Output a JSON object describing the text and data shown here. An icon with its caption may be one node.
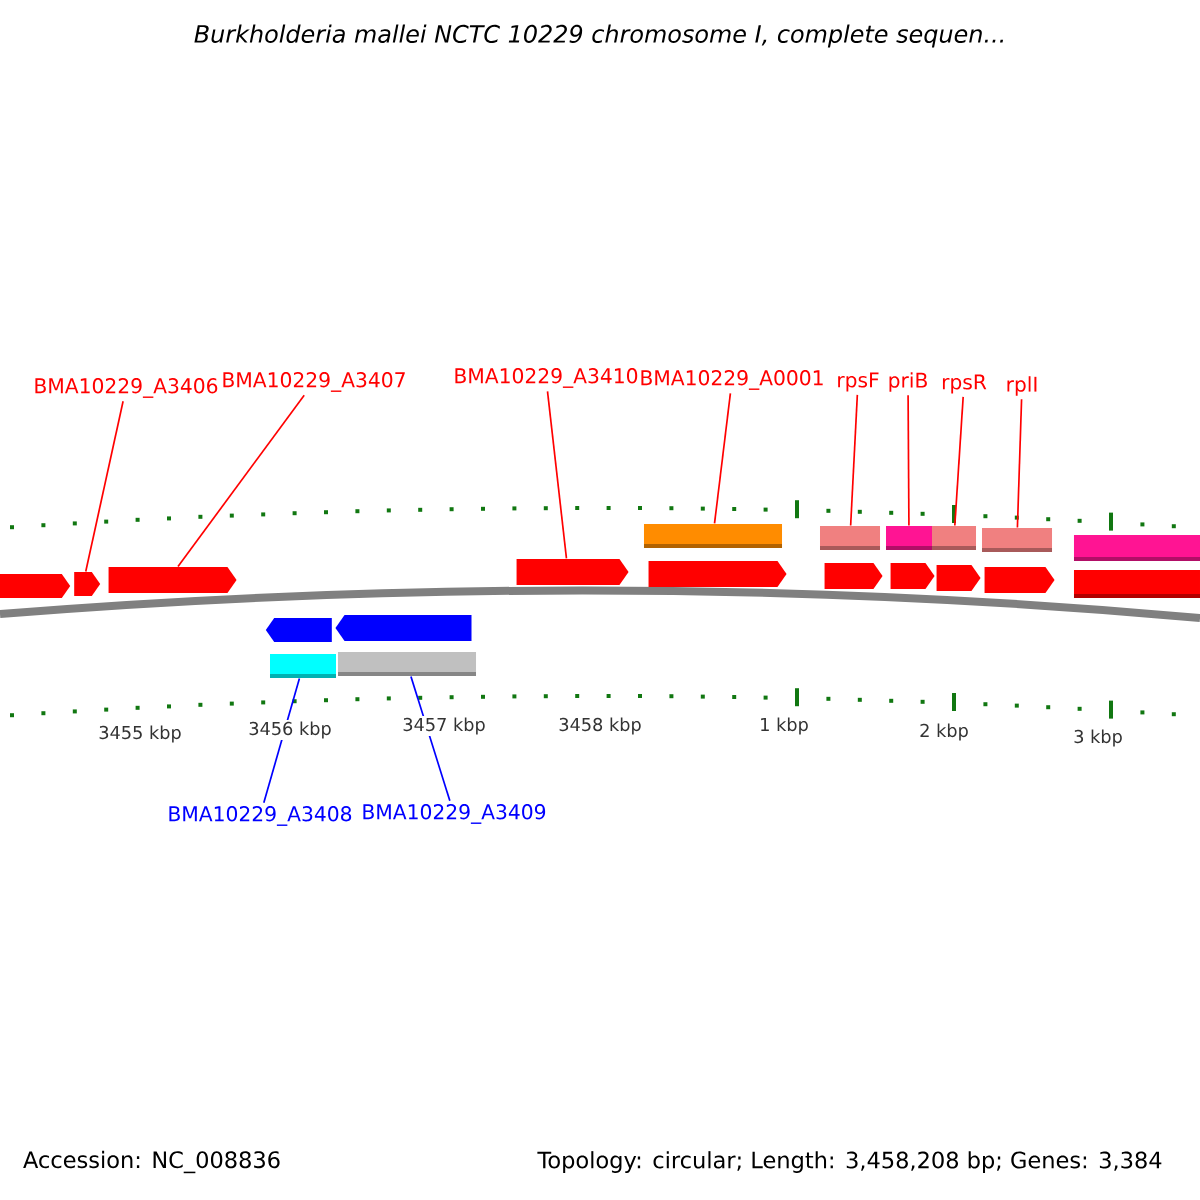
{
  "diagram": {
    "title": "Burkholderia mallei NCTC 10229 chromosome I, complete sequen...",
    "nodes": [
      {
        "text": [
          "BMA10229_A3406"
        ]
      },
      {
        "text": [
          "BMA10229_A3407"
        ]
      },
      {
        "text": [
          "BMA10229_A3410"
        ]
      },
      {
        "text": [
          "BMA10229_A0001"
        ]
      },
      {
        "text": [
          "rpsF"
        ]
      },
      {
        "text": [
          "priB"
        ]
      },
      {
        "text": [
          "rpsR"
        ]
      },
      {
        "text": [
          "rplI"
        ]
      },
      {
        "text": [
          "BMA10229_A3408"
        ]
      },
      {
        "text": [
          "BMA10229_A3409"
        ]
      },
      {
        "text": [],
        "shape": "pentagon"
      },
      {
        "text": [],
        "shape": "pentagon"
      },
      {
        "text": [],
        "shape": "pentagon"
      },
      {
        "text": [],
        "shape": "pentagon"
      },
      {
        "text": [],
        "shape": "pentagon"
      },
      {
        "text": [],
        "shape": "pentagon"
      },
      {
        "text": [],
        "shape": "pentagon"
      },
      {
        "text": [],
        "shape": "pentagon"
      },
      {
        "text": [],
        "shape": "pentagon"
      },
      {
        "text": [],
        "shape": "bar"
      },
      {
        "text": [],
        "shape": "pentagon"
      },
      {
        "text": [],
        "shape": "pentagon"
      },
      {
        "text": [],
        "shape": "bar"
      },
      {
        "text": [],
        "shape": "bar"
      },
      {
        "text": [],
        "shape": "bar"
      },
      {
        "text": [],
        "shape": "bar"
      },
      {
        "text": [],
        "shape": "bar"
      },
      {
        "text": [],
        "shape": "bar"
      },
      {
        "text": [],
        "shape": "bar"
      },
      {
        "text": [],
        "shape": "bar"
      }
    ],
    "edges": [
      {
        "from": 0,
        "to": 11,
        "arrow": "none"
      },
      {
        "from": 1,
        "to": 12,
        "arrow": "none"
      },
      {
        "from": 2,
        "to": 13,
        "arrow": "none"
      },
      {
        "from": 3,
        "to": 22,
        "arrow": "none"
      },
      {
        "from": 4,
        "to": 23,
        "arrow": "none"
      },
      {
        "from": 5,
        "to": 24,
        "arrow": "none"
      },
      {
        "from": 6,
        "to": 25,
        "arrow": "none"
      },
      {
        "from": 7,
        "to": 26,
        "arrow": "none"
      },
      {
        "from": 8,
        "to": 28,
        "arrow": "none",
        "color": "#0000ff"
      },
      {
        "from": 9,
        "to": 29,
        "arrow": "none",
        "color": "#0000ff"
      }
    ],
    "labels": [
      "3455 kbp",
      "3456 kbp",
      "3457 kbp",
      "3458 kbp",
      "1 kbp",
      "2 kbp",
      "3 kbp",
      "Accession: NC_008836",
      "Topology: circular; Length: 3,458,208 bp; Genes: 3,384"
    ]
  }
}
